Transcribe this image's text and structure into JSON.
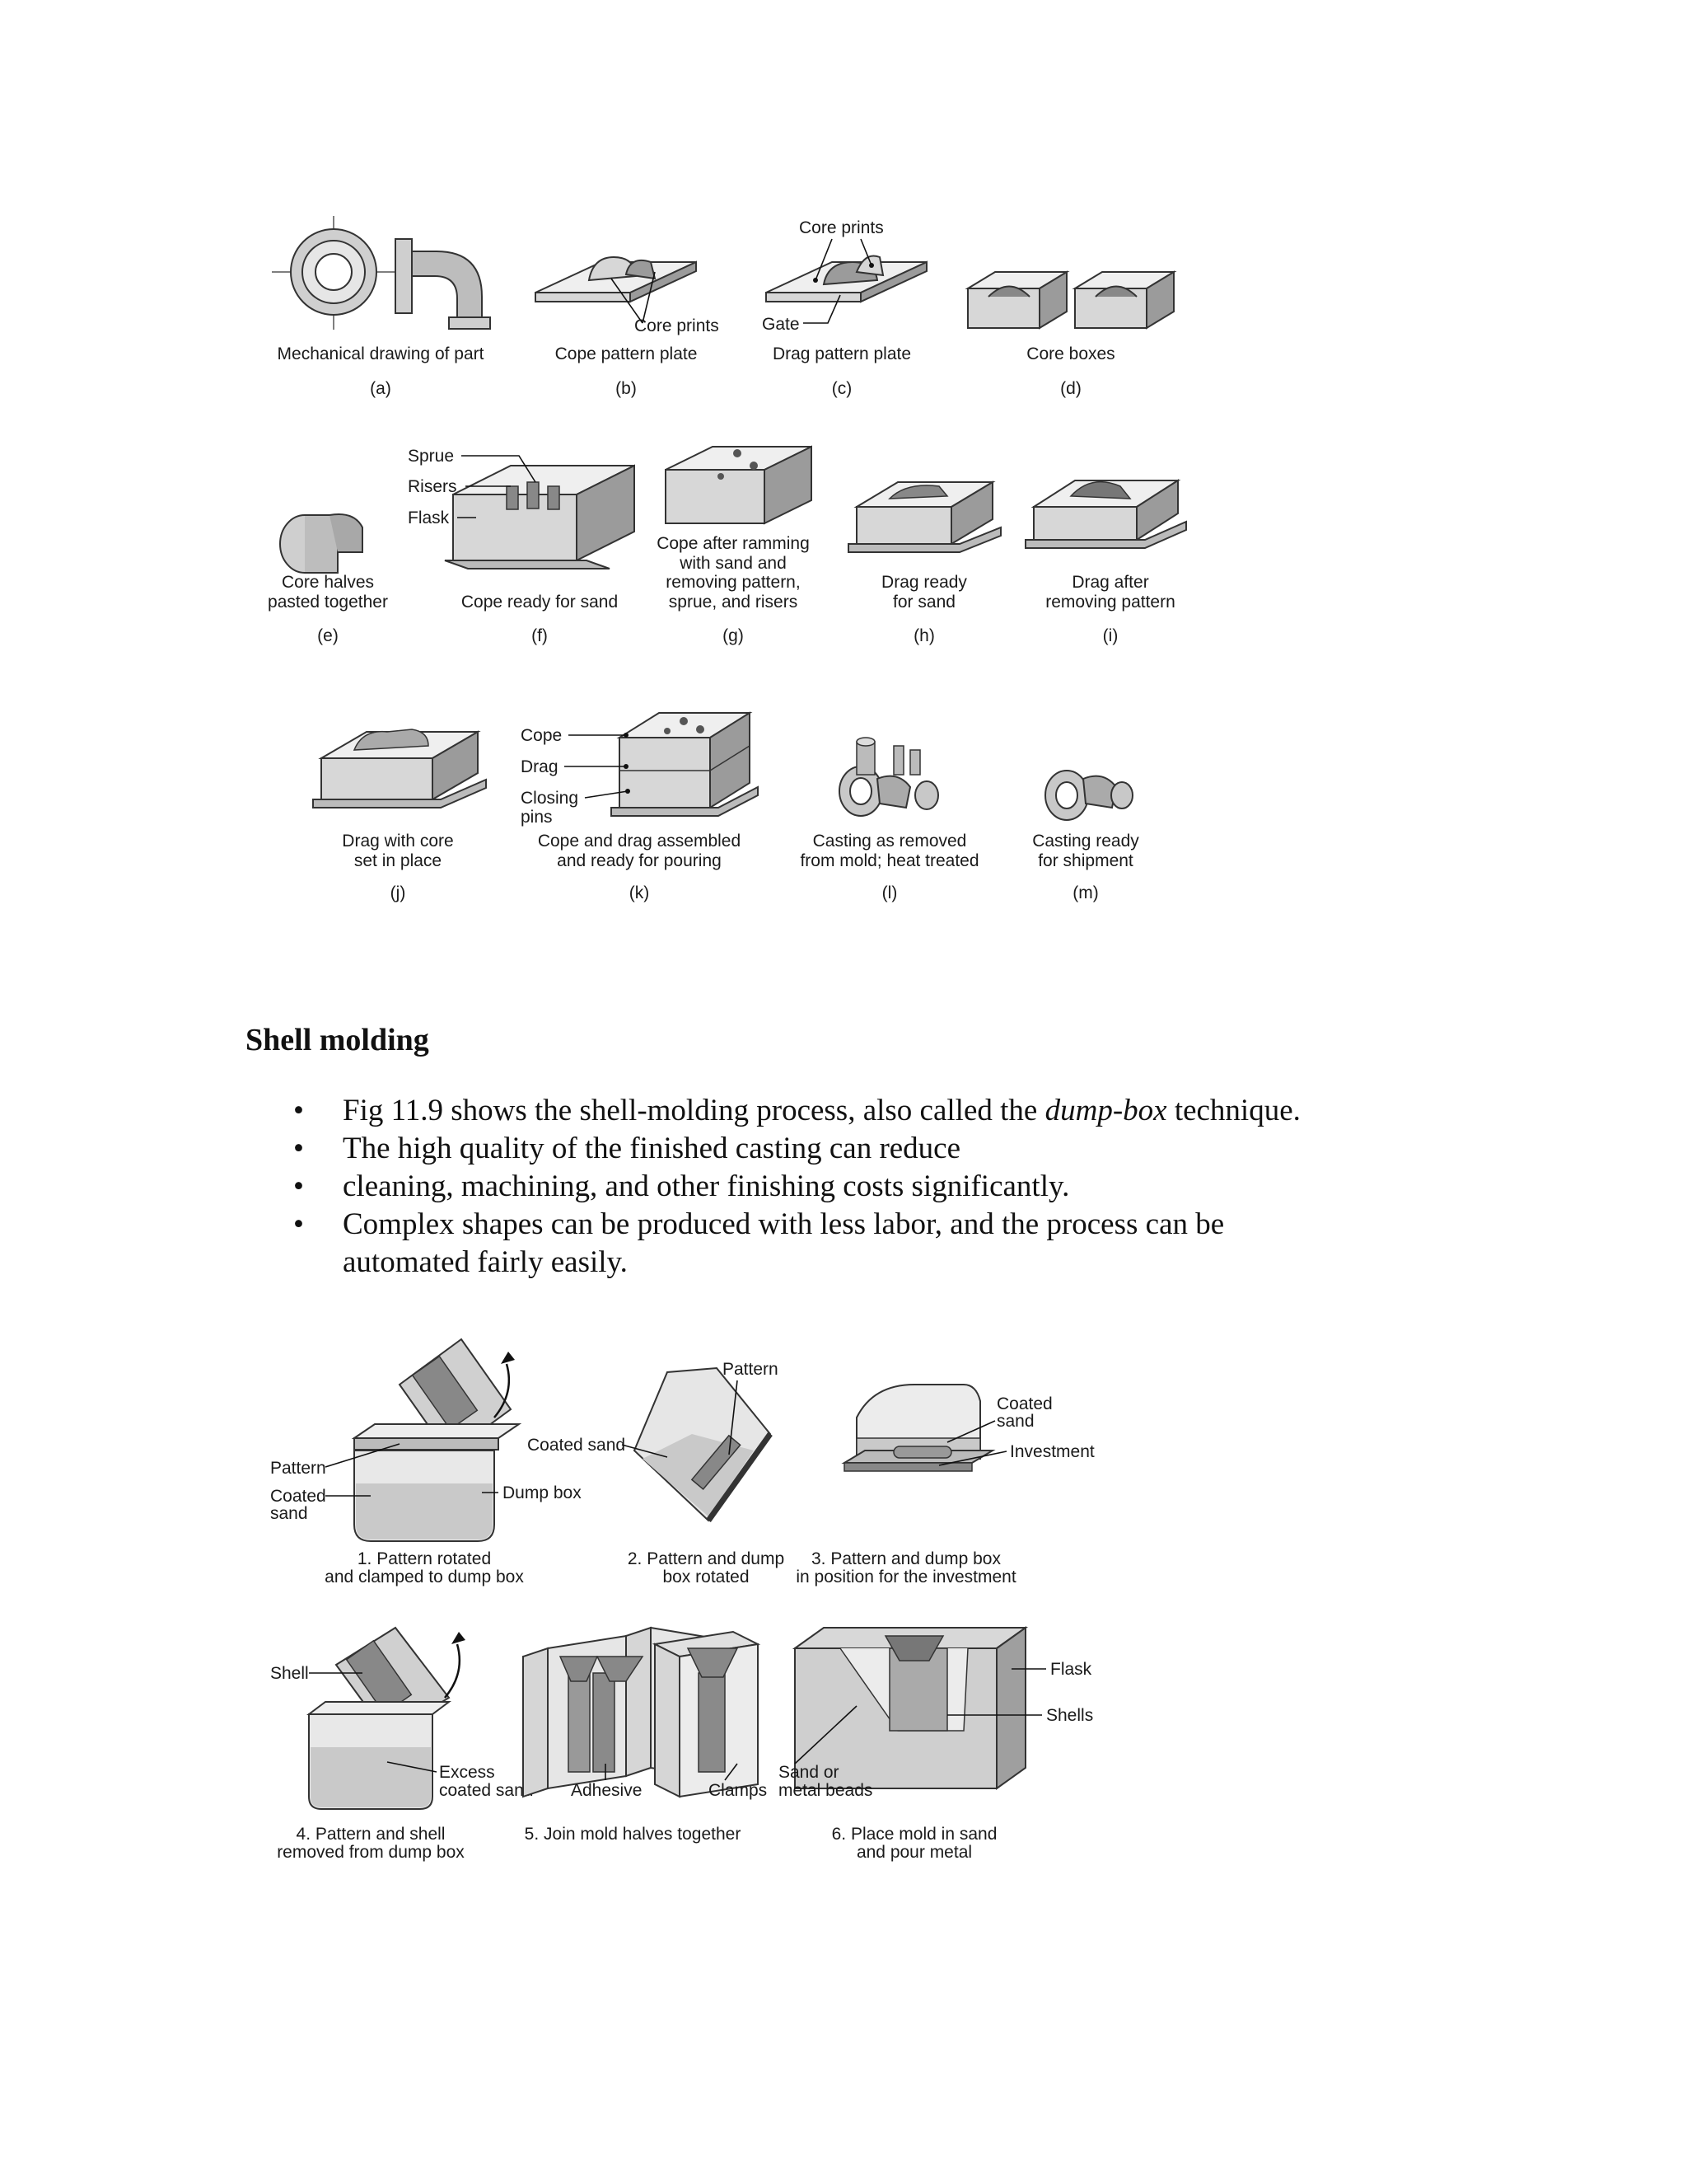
{
  "figure1": {
    "panels": [
      {
        "id": "a",
        "letter": "(a)",
        "label_lines": [
          "Mechanical drawing of part"
        ]
      },
      {
        "id": "b",
        "letter": "(b)",
        "label_lines": [
          "Cope pattern plate"
        ],
        "callouts": [
          "Core prints"
        ]
      },
      {
        "id": "c",
        "letter": "(c)",
        "label_lines": [
          "Drag pattern plate"
        ],
        "callouts": [
          "Core prints",
          "Gate"
        ]
      },
      {
        "id": "d",
        "letter": "(d)",
        "label_lines": [
          "Core boxes"
        ]
      },
      {
        "id": "e",
        "letter": "(e)",
        "label_lines": [
          "Core halves",
          "pasted together"
        ]
      },
      {
        "id": "f",
        "letter": "(f)",
        "label_lines": [
          "Cope ready for sand"
        ],
        "callouts": [
          "Sprue",
          "Risers",
          "Flask"
        ]
      },
      {
        "id": "g",
        "letter": "(g)",
        "label_lines": [
          "Cope after ramming",
          "with sand and",
          "removing pattern,",
          "sprue, and risers"
        ]
      },
      {
        "id": "h",
        "letter": "(h)",
        "label_lines": [
          "Drag ready",
          "for sand"
        ]
      },
      {
        "id": "i",
        "letter": "(i)",
        "label_lines": [
          "Drag after",
          "removing pattern"
        ]
      },
      {
        "id": "j",
        "letter": "(j)",
        "label_lines": [
          "Drag with core",
          "set in place"
        ]
      },
      {
        "id": "k",
        "letter": "(k)",
        "label_lines": [
          "Cope and drag assembled",
          "and ready for pouring"
        ],
        "callouts": [
          "Cope",
          "Drag",
          "Closing",
          "pins"
        ]
      },
      {
        "id": "l",
        "letter": "(l)",
        "label_lines": [
          "Casting as removed",
          "from mold; heat treated"
        ]
      },
      {
        "id": "m",
        "letter": "(m)",
        "label_lines": [
          "Casting ready",
          "for shipment"
        ]
      }
    ]
  },
  "section": {
    "heading": "Shell molding",
    "bullet_symbol": "•",
    "bullets": [
      {
        "before": "Fig 11.9 shows the shell-molding process, also called the ",
        "emph": "dump-box",
        "after": " technique."
      },
      {
        "before": "The high quality of the finished casting can reduce",
        "emph": "",
        "after": ""
      },
      {
        "before": "cleaning, machining, and other finishing costs significantly.",
        "emph": "",
        "after": ""
      },
      {
        "before": "Complex shapes can be produced with less labor, and the process can be automated fairly easily.",
        "emph": "",
        "after": ""
      }
    ]
  },
  "figure2": {
    "steps": [
      {
        "id": "1",
        "caption_lines": [
          "1. Pattern rotated",
          "and clamped to dump box"
        ],
        "callouts": [
          "Pattern",
          "Coated",
          "sand",
          "Dump box"
        ]
      },
      {
        "id": "2",
        "caption_lines": [
          "2. Pattern and dump",
          "box rotated"
        ],
        "callouts": [
          "Pattern",
          "Coated sand"
        ]
      },
      {
        "id": "3",
        "caption_lines": [
          "3. Pattern and dump box",
          "in position for the investment"
        ],
        "callouts": [
          "Coated",
          "sand",
          "Investment"
        ]
      },
      {
        "id": "4",
        "caption_lines": [
          "4. Pattern and shell",
          "removed from dump box"
        ],
        "callouts": [
          "Shell",
          "Excess",
          "coated sand"
        ]
      },
      {
        "id": "5",
        "caption_lines": [
          "5. Join mold halves together"
        ],
        "callouts": [
          "Adhesive",
          "Clamps"
        ]
      },
      {
        "id": "6",
        "caption_lines": [
          "6. Place mold in sand",
          "and pour metal"
        ],
        "callouts": [
          "Sand or",
          "metal beads",
          "Flask",
          "Shells"
        ]
      }
    ]
  }
}
